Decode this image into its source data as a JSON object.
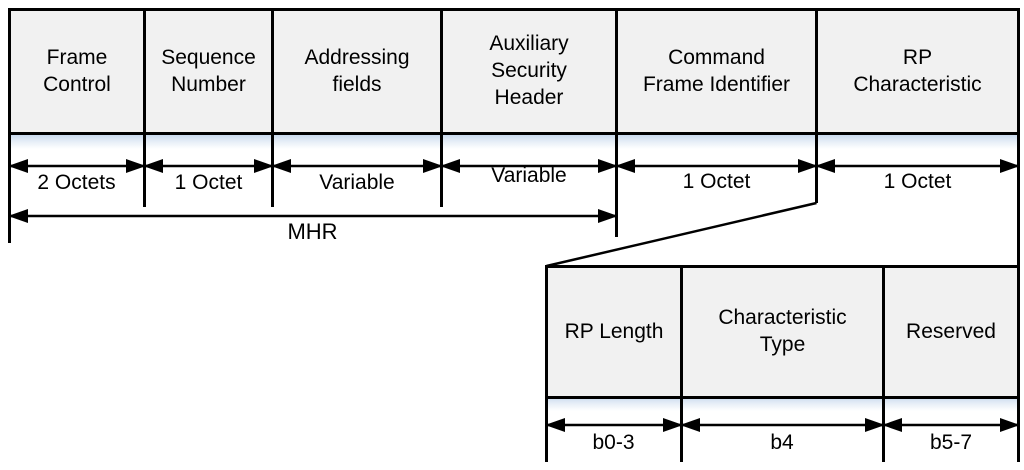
{
  "frame_diagram": {
    "top_fields": [
      {
        "name": "Frame\nControl",
        "size": "2 Octets"
      },
      {
        "name": "Sequence\nNumber",
        "size": "1 Octet"
      },
      {
        "name": "Addressing\nfields",
        "size": "Variable"
      },
      {
        "name": "Auxiliary\nSecurity\nHeader",
        "size": "Variable"
      },
      {
        "name": "Command\nFrame Identifier",
        "size": "1 Octet"
      },
      {
        "name": "RP\nCharacteristic",
        "size": "1 Octet"
      }
    ],
    "mhr_label": "MHR",
    "rp_characteristic_subfields": [
      {
        "name": "RP Length",
        "bits": "b0-3"
      },
      {
        "name": "Characteristic\nType",
        "bits": "b4"
      },
      {
        "name": "Reserved",
        "bits": "b5-7"
      }
    ],
    "colors": {
      "box_fill": "#f1f1f1",
      "line": "#000000",
      "shadow_top": "#c9daee"
    }
  }
}
